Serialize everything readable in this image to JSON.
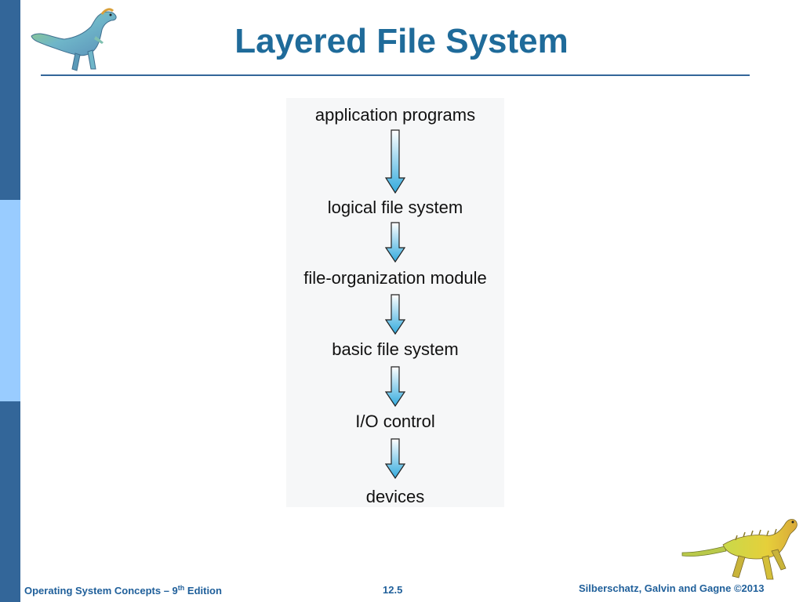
{
  "slide": {
    "title": "Layered File System"
  },
  "diagram": {
    "layers": [
      "application programs",
      "logical file system",
      "file-organization module",
      "basic file system",
      "I/O control",
      "devices"
    ]
  },
  "footer": {
    "book_title_pre": "Operating System Concepts – 9",
    "book_title_sup": "th",
    "book_title_post": " Edition",
    "page_number": "12.5",
    "authors": "Silberschatz, Galvin and Gagne ©2013"
  },
  "colors": {
    "title": "#1f6b9a",
    "side_bar": "#336699",
    "side_bar_light": "#99ccff",
    "arrow_fill_top": "#ffffff",
    "arrow_fill_bottom": "#33aadd",
    "footer_text": "#1f5f9a"
  },
  "icons": {
    "top_logo": "dinosaur-icon",
    "bottom_logo": "dinosaur-icon"
  }
}
